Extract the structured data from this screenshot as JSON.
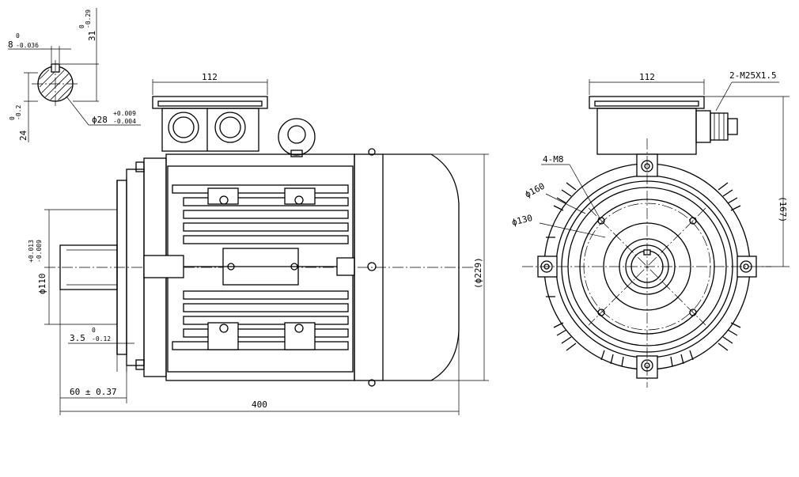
{
  "dimensions": {
    "key_width": "8",
    "key_width_tol_upper": "0",
    "key_width_tol_lower": "-0.036",
    "keyway_height": "31",
    "keyway_height_tol_upper": "0",
    "keyway_height_tol_lower": "-0.29",
    "key_depth": "24",
    "key_depth_tol_upper": "0",
    "key_depth_tol_lower": "-0.2",
    "shaft_diameter": "ϕ28",
    "shaft_tol_upper": "+0.009",
    "shaft_tol_lower": "-0.004",
    "terminal_box_width_side": "112",
    "spigot_diameter": "ϕ110",
    "spigot_tol_upper": "+0.013",
    "spigot_tol_lower": "-0.009",
    "flange_offset": "3.5",
    "flange_offset_tol_upper": "0",
    "flange_offset_tol_lower": "-0.12",
    "shaft_length": "60 ± 0.37",
    "overall_length": "400",
    "overall_diameter": "(ϕ229)",
    "terminal_box_width_front": "112",
    "cable_gland": "2-M25X1.5",
    "flange_holes": "4-M8",
    "pcd_160": "ϕ160",
    "pcd_130": "ϕ130",
    "center_height": "(167)"
  }
}
